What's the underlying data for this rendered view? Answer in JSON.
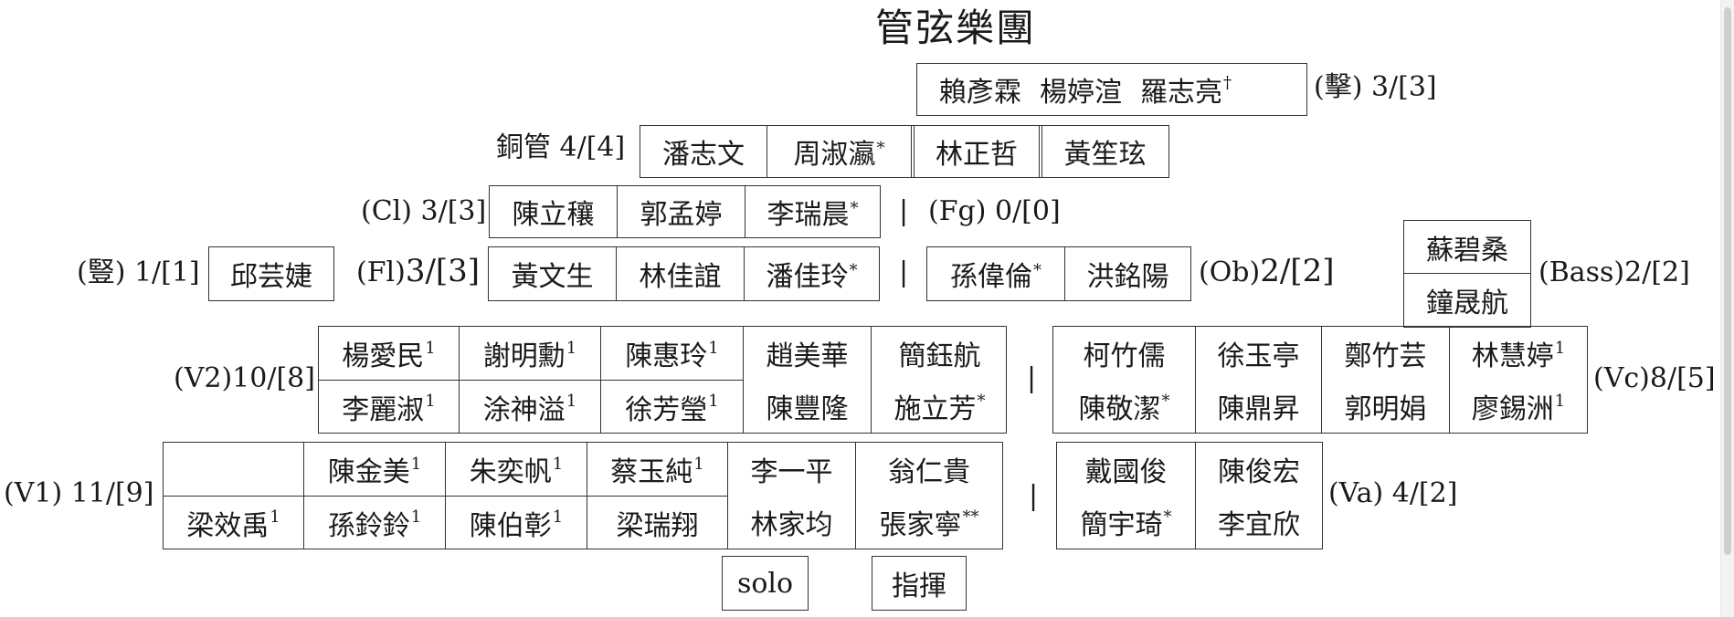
{
  "title": "管弦樂團",
  "percussion": {
    "names": [
      "賴彥霖",
      "楊婷渲",
      "羅志亮†"
    ],
    "label": "(擊) 3/[3]"
  },
  "brass": {
    "label": "銅管 4/[4]",
    "names": [
      "潘志文",
      "周淑瀛*",
      "林正哲",
      "黃笙玹"
    ]
  },
  "clarinet": {
    "label": "(Cl) 3/[3]",
    "names": [
      "陳立穰",
      "郭孟婷",
      "李瑞晨*"
    ]
  },
  "bassoon": {
    "label": "(Fg) 0/[0]",
    "sep": "|"
  },
  "harp": {
    "label": "(豎) 1/[1]",
    "name": "邱芸婕"
  },
  "flute": {
    "label_prefix": "(Fl)",
    "label_count": "3/[3]",
    "names": [
      "黃文生",
      "林佳誼",
      "潘佳玲*"
    ],
    "sep": "|"
  },
  "oboe": {
    "names": [
      "孫偉倫*",
      "洪銘陽"
    ],
    "label_prefix": "(Ob)",
    "label_count": "2/[2]"
  },
  "bass": {
    "names": [
      "蘇碧桑",
      "鐘晟航"
    ],
    "label": "(Bass)2/[2]"
  },
  "violin2": {
    "label": "(V2)10/[8]",
    "top": [
      "楊愛民¹",
      "謝明勳¹",
      "陳惠玲¹",
      "趙美華",
      "簡鈺航"
    ],
    "bottom": [
      "李麗淑¹",
      "涂神溢¹",
      "徐芳瑩¹",
      "陳豐隆",
      "施立芳*"
    ],
    "sep": "|"
  },
  "cello": {
    "label": "(Vc)8/[5]",
    "top": [
      "柯竹儒",
      "徐玉亭",
      "鄭竹芸",
      "林慧婷¹"
    ],
    "bottom": [
      "陳敬潔*",
      "陳鼎昇",
      "郭明娟",
      "廖錫洲¹"
    ]
  },
  "violin1": {
    "label": "(V1) 11/[9]",
    "top": [
      "",
      "陳金美¹",
      "朱奕帆¹",
      "蔡玉純¹",
      "李一平",
      "翁仁貴"
    ],
    "bottom": [
      "梁效禹¹",
      "孫鈴鈴¹",
      "陳伯彰¹",
      "梁瑞翔",
      "林家均",
      "張家寧**"
    ],
    "sep": "|"
  },
  "viola": {
    "label": "(Va) 4/[2]",
    "top": [
      "戴國俊",
      "陳俊宏"
    ],
    "bottom": [
      "簡宇琦*",
      "李宜欣"
    ]
  },
  "solo": "solo",
  "conductor": "指揮"
}
